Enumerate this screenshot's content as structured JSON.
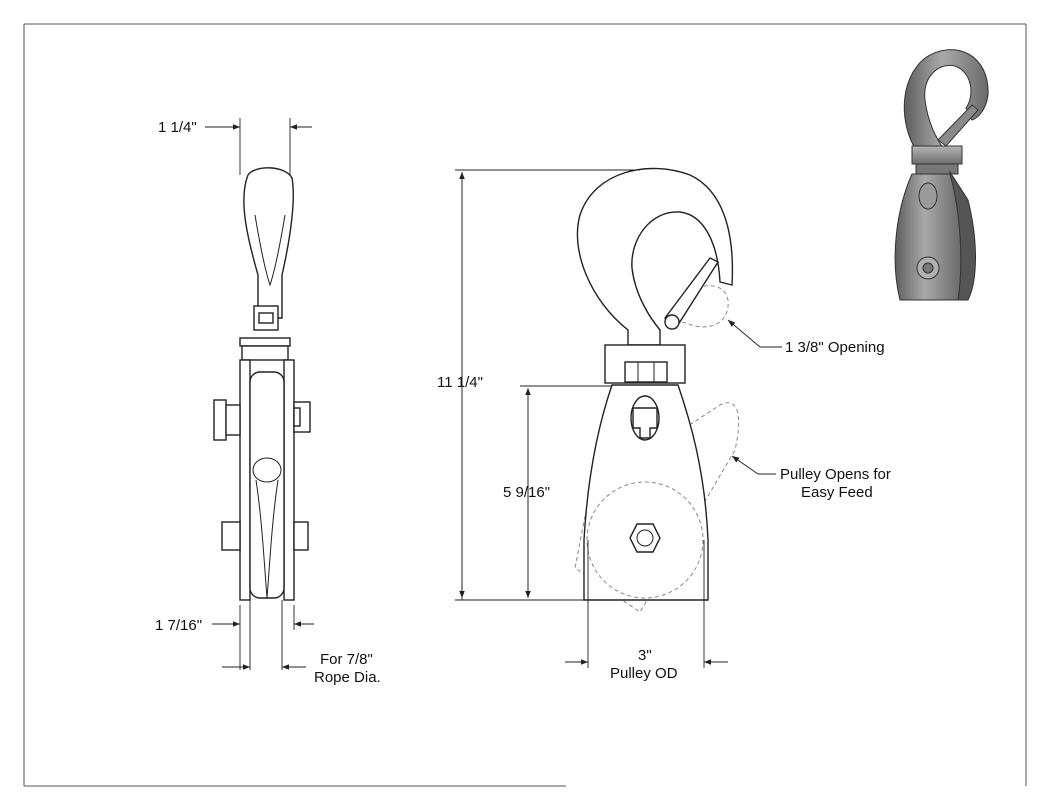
{
  "dimensions": {
    "top_width": "1 1/4\"",
    "bottom_width": "1 7/16\"",
    "rope_line1": "For 7/8\"",
    "rope_line2": "Rope Dia.",
    "overall_height": "11 1/4\"",
    "body_height": "5 9/16\"",
    "pulley_od_line1": "3\"",
    "pulley_od_line2": "Pulley OD"
  },
  "callouts": {
    "hook_opening": "1 3/8\" Opening",
    "opens_line1": "Pulley Opens for",
    "opens_line2": "Easy Feed"
  },
  "colors": {
    "line": "#222222",
    "render_metal": "#8c8c8c"
  }
}
